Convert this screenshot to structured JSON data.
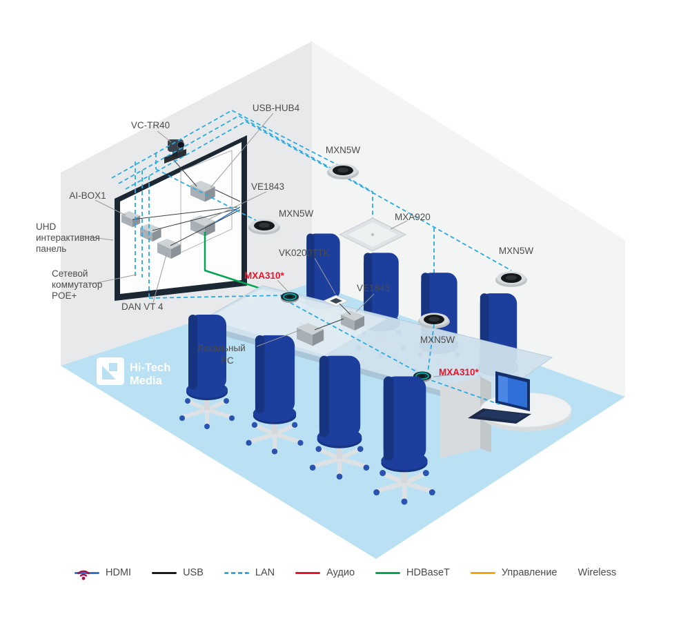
{
  "colors": {
    "floor": "#b9e1f3",
    "wall_left": "#e8e9ea",
    "wall_right": "#f3f4f4",
    "chair_blue": "#1c3f9e",
    "label_gray": "#4c4c4c",
    "label_red": "#e8132c",
    "lan_blue": "#29abe2",
    "hdbaset_green": "#00a551",
    "hdmi_blue": "#2e75c6",
    "usb_black": "#1a1a1a",
    "audio_red": "#e8132c",
    "control_orange": "#f7a600",
    "wireless_maroon": "#a8104d",
    "mxa310_ring_teal": "#00b5ad"
  },
  "logo": {
    "line1": "Hi-Tech",
    "line2": "Media"
  },
  "devices": {
    "vc_tr40": "VC-TR40",
    "usb_hub4": "USB-HUB4",
    "ai_box1": "AI-BOX1",
    "ve1843_wall": "VE1843",
    "ve1843_table": "VE1843",
    "dan_vt4": "DAN VT 4",
    "vk0200ttk": "VK0200TTK",
    "mxa920": "MXA920",
    "mxn5w_top": "MXN5W",
    "mxn5w_left": "MXN5W",
    "mxn5w_right": "MXN5W",
    "mxn5w_bottom": "MXN5W",
    "mxa310_left": "MXA310*",
    "mxa310_right": "MXA310*",
    "uhd_panel": {
      "l1": "UHD",
      "l2": "интерактивная",
      "l3": "панель"
    },
    "network_switch": {
      "l1": "Сетевой",
      "l2": "коммутатор",
      "l3": "POE+"
    },
    "local_pc": {
      "l1": "Локальный",
      "l2": "PC"
    }
  },
  "legend": {
    "items": [
      {
        "label": "HDMI",
        "color": "#2e75c6",
        "style": "solid"
      },
      {
        "label": "USB",
        "color": "#1a1a1a",
        "style": "solid"
      },
      {
        "label": "LAN",
        "color": "#29abe2",
        "style": "dashed"
      },
      {
        "label": "Аудио",
        "color": "#e8132c",
        "style": "solid"
      },
      {
        "label": "HDBaseT",
        "color": "#00a551",
        "style": "solid"
      },
      {
        "label": "Управление",
        "color": "#f7a600",
        "style": "solid"
      },
      {
        "label": "Wireless",
        "color": "#a8104d",
        "style": "wifi"
      }
    ]
  }
}
